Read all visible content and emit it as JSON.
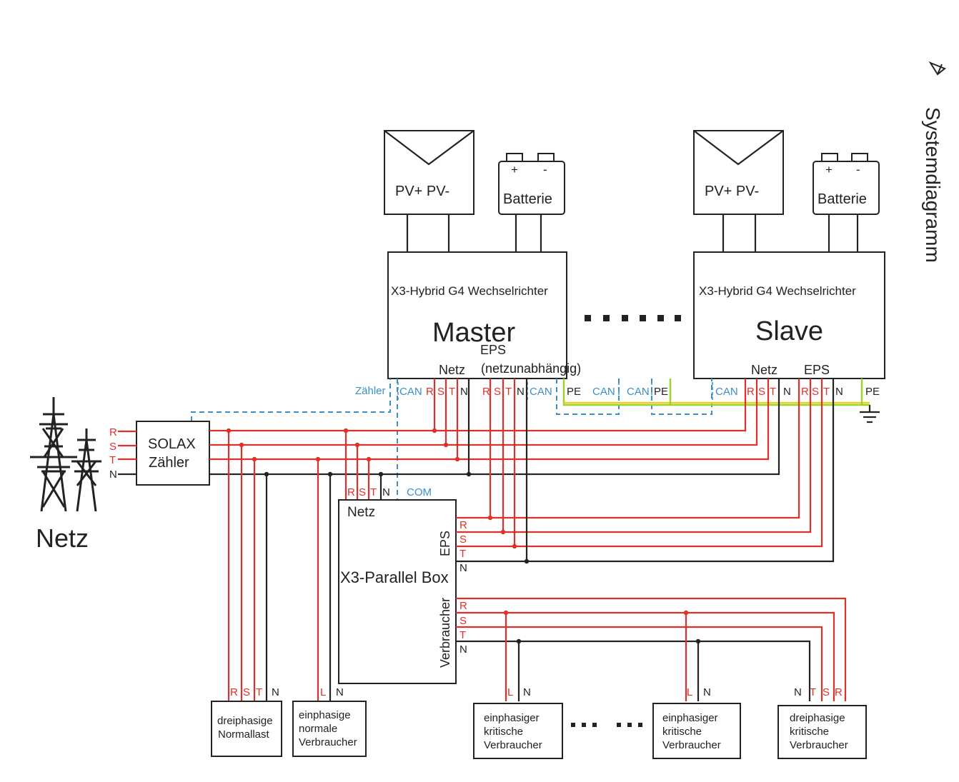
{
  "page": {
    "section_title": "Systemdiagramm"
  },
  "pv_master": {
    "label": "PV+ PV-"
  },
  "pv_slave": {
    "label": "PV+ PV-"
  },
  "battery_master": {
    "plus": "+",
    "minus": "-",
    "label": "Batterie"
  },
  "battery_slave": {
    "plus": "+",
    "minus": "-",
    "label": "Batterie"
  },
  "master": {
    "model": "X3-Hybrid G4 Wechselrichter",
    "role": "Master",
    "grid_label": "Netz",
    "eps_label_1": "EPS",
    "eps_label_2": "(netzunabhängig)",
    "terminals": {
      "meter": "Zähler",
      "can1": "CAN",
      "r1": "R",
      "s1": "S",
      "t1": "T",
      "n1": "N",
      "r2": "R",
      "s2": "S",
      "t2": "T",
      "n2": "N",
      "can2": "CAN",
      "pe": "PE"
    }
  },
  "between_can": {
    "can_a": "CAN",
    "can_b": "CAN",
    "pe": "PE"
  },
  "slave": {
    "model": "X3-Hybrid G4 Wechselrichter",
    "role": "Slave",
    "grid_label": "Netz",
    "eps_label": "EPS",
    "terminals": {
      "can": "CAN",
      "r1": "R",
      "s1": "S",
      "t1": "T",
      "n1": "N",
      "r2": "R",
      "s2": "S",
      "t2": "T",
      "n2": "N",
      "pe": "PE"
    }
  },
  "grid": {
    "label": "Netz",
    "phases": {
      "r": "R",
      "s": "S",
      "t": "T",
      "n": "N"
    }
  },
  "meter": {
    "line1": "SOLAX",
    "line2": "Zähler"
  },
  "parallel_box": {
    "title": "X3-Parallel Box",
    "grid_label": "Netz",
    "eps_label": "EPS",
    "loads_label": "Verbraucher",
    "top_terminals": {
      "r": "R",
      "s": "S",
      "t": "T",
      "n": "N",
      "com": "COM"
    },
    "eps_terminals": {
      "r": "R",
      "s": "S",
      "t": "T",
      "n": "N"
    },
    "load_terminals": {
      "r": "R",
      "s": "S",
      "t": "T",
      "n": "N"
    }
  },
  "loads": [
    {
      "t1": "R",
      "t2": "S",
      "t3": "T",
      "t4": "N",
      "line1": "dreiphasige",
      "line2": "Normallast",
      "line3": ""
    },
    {
      "t1": "L",
      "t2": "N",
      "line1": "einphasige",
      "line2": "normale",
      "line3": "Verbraucher"
    },
    {
      "t1": "L",
      "t2": "N",
      "line1": "einphasiger",
      "line2": "kritische",
      "line3": "Verbraucher"
    },
    {
      "t1": "L",
      "t2": "N",
      "line1": "einphasiger",
      "line2": "kritische",
      "line3": "Verbraucher"
    },
    {
      "t1": "N",
      "t2": "T",
      "t3": "S",
      "t4": "R",
      "line1": "dreiphasige",
      "line2": "kritische",
      "line3": "Verbraucher"
    }
  ],
  "colors": {
    "phase": "#e0302a",
    "neutral": "#222222",
    "can": "#3b8fc6",
    "earth_green": "#9dd030",
    "earth_yellow": "#f0d020"
  }
}
